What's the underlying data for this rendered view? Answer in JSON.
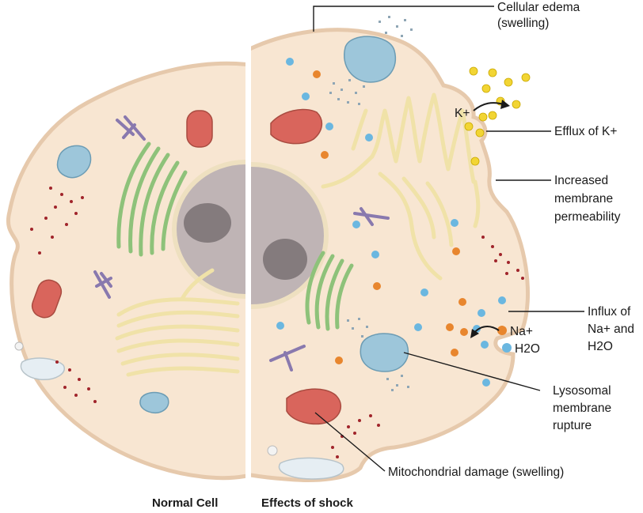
{
  "labels": {
    "cellular_edema_1": "Cellular edema",
    "cellular_edema_2": "(swelling)",
    "k_ion": "K+",
    "efflux": "Efflux of K+",
    "permeability_1": "Increased",
    "permeability_2": "membrane",
    "permeability_3": "permeability",
    "influx_1": "Influx of",
    "influx_2": "Na+ and",
    "influx_3": "H2O",
    "na_ion": "Na+",
    "water": "H2O",
    "lysosomal_1": "Lysosomal",
    "lysosomal_2": "membrane",
    "lysosomal_3": "rupture",
    "mitochondrial": "Mitochondrial damage (swelling)"
  },
  "captions": {
    "left": "Normal Cell",
    "right": "Effects of shock"
  },
  "colors": {
    "cytoplasm": "#f8e6d2",
    "membrane": "#e9cfb4",
    "nucleus": "#bfb4b5",
    "nucleolus": "#837b7d",
    "golgi": "#8ec27a",
    "er": "#f0e2a8",
    "mitochondria": "#d9655c",
    "vesicle": "#9dc6da",
    "potassium": "#f2d534",
    "sodium": "#e8862e",
    "water_dot": "#6bb7e0",
    "ribosome": "#a0242b"
  }
}
